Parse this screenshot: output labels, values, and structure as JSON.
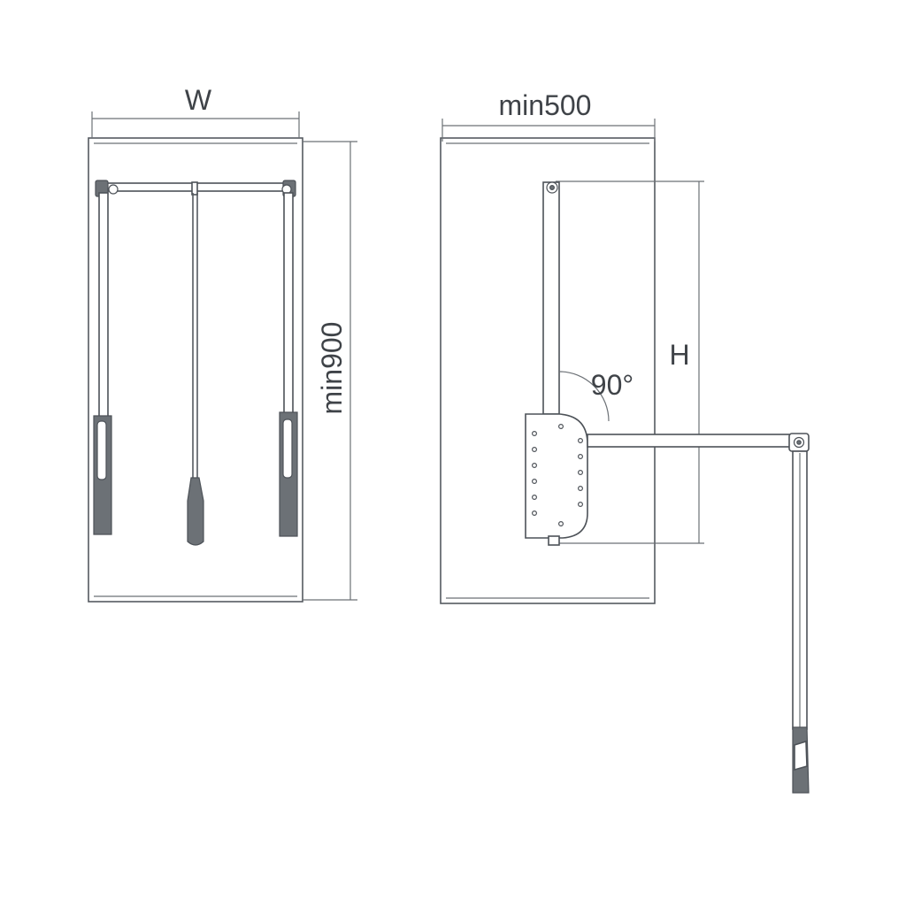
{
  "front_view": {
    "width_label": "W",
    "height_label": "min900"
  },
  "side_view": {
    "depth_label": "min500",
    "height_label": "H",
    "angle_label": "90°"
  }
}
